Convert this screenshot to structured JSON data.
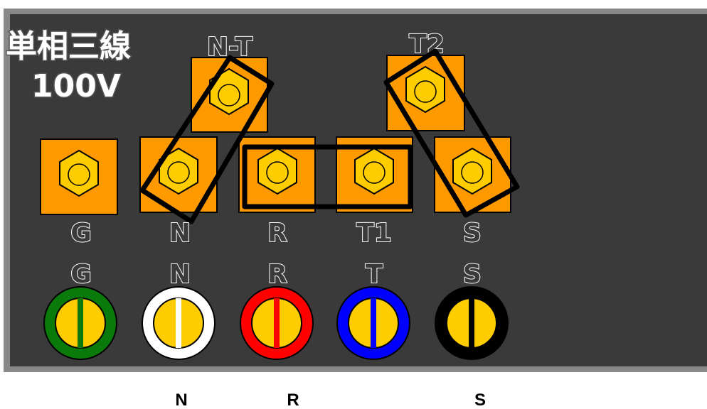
{
  "title": {
    "line1": "単相三線",
    "line2": "100V"
  },
  "upper_labels": {
    "nt": "N-T",
    "t2": "T2"
  },
  "lower_labels": {
    "g": "G",
    "n": "N",
    "r": "R",
    "t1": "T1",
    "s": "S"
  },
  "wire_labels": {
    "g": "G",
    "n": "N",
    "r": "R",
    "t": "T",
    "s": "S"
  },
  "wire_colors": {
    "g": "#0a7a0a",
    "n": "#ffffff",
    "r": "#ff0000",
    "t": "#0000ff",
    "s": "#000000"
  },
  "below_labels": {
    "n": "N",
    "r": "R",
    "s": "S"
  },
  "colors": {
    "panel": "#3a3a3a",
    "terminal": "#ff9900",
    "nut": "#ffcc00",
    "jumper": "#000000"
  }
}
